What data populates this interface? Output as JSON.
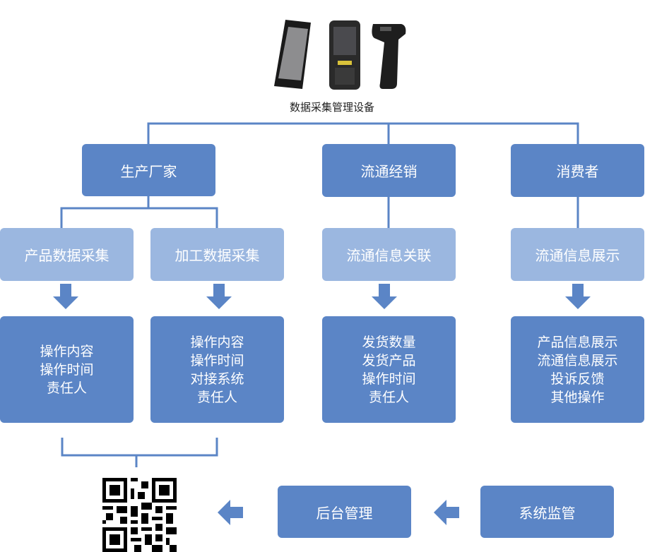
{
  "devices": {
    "caption": "数据采集管理设备",
    "icons": [
      "smartphone-icon",
      "handheld-pda-icon",
      "barcode-scanner-icon"
    ]
  },
  "roles": {
    "manufacturer": "生产厂家",
    "distribution": "流通经销",
    "consumer": "消费者"
  },
  "sub": {
    "product_collect": "产品数据采集",
    "process_collect": "加工数据采集",
    "circulation_link": "流通信息关联",
    "circulation_show": "流通信息展示"
  },
  "details": {
    "product": [
      "操作内容",
      "操作时间",
      "责任人"
    ],
    "process": [
      "操作内容",
      "操作时间",
      "对接系统",
      "责任人"
    ],
    "distribution": [
      "发货数量",
      "发货产品",
      "操作时间",
      "责任人"
    ],
    "consumer": [
      "产品信息展示",
      "流通信息展示",
      "投诉反馈",
      "其他操作"
    ]
  },
  "bottom": {
    "backend": "后台管理",
    "monitor": "系统监管",
    "qr_icon": "qr-code-icon"
  },
  "colors": {
    "dark_box": "#5b85c6",
    "light_box": "#9bb7e0",
    "line": "#5b85c6"
  }
}
